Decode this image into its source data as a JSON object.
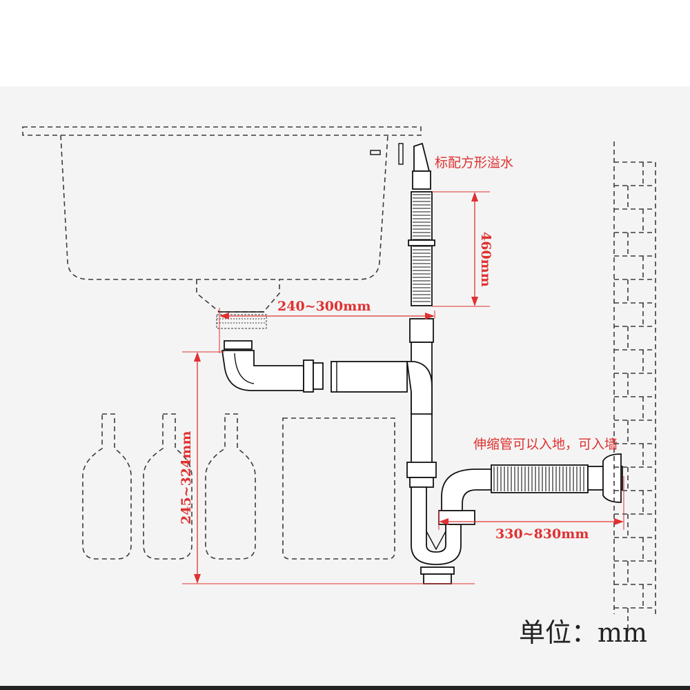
{
  "labels": {
    "overflow": "标配方形溢水",
    "overflow_height": "460mm",
    "drain_offset": "240~300mm",
    "trap_height": "245~324mm",
    "flexible_pipe": "伸缩管可以入地，可入墙",
    "wall_distance": "330~830mm",
    "unit": "单位：mm"
  },
  "colors": {
    "dimension": "#e03030",
    "outline": "#111111",
    "background": "#f4f4f4"
  }
}
